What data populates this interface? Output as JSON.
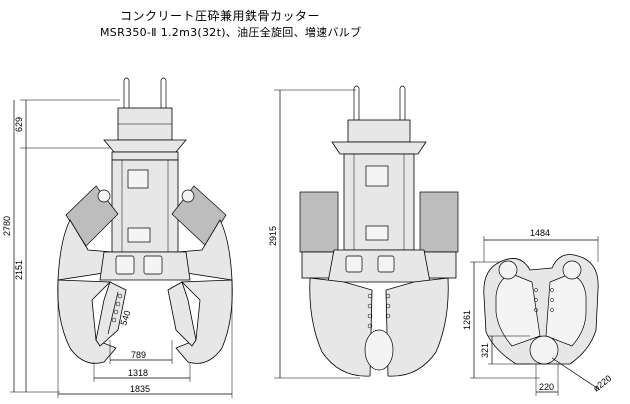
{
  "header": {
    "title": "コンクリート圧砕兼用鉄骨カッター",
    "subtitle": "MSR350-Ⅱ 1.2m3(32t)、油圧全旋回、増速バルブ"
  },
  "dimensions": {
    "front_view": {
      "mount_height": "629",
      "total_height": "2780",
      "body_height": "2151",
      "jaw_depth": "540",
      "inner_opening": "789",
      "jaw_opening": "1318",
      "overall_width": "1835"
    },
    "side_view": {
      "total_height": "2915"
    },
    "bottom_view": {
      "width": "1484",
      "height": "1261",
      "offset": "321",
      "cutter_width": "220",
      "diameter": "ø220"
    }
  }
}
